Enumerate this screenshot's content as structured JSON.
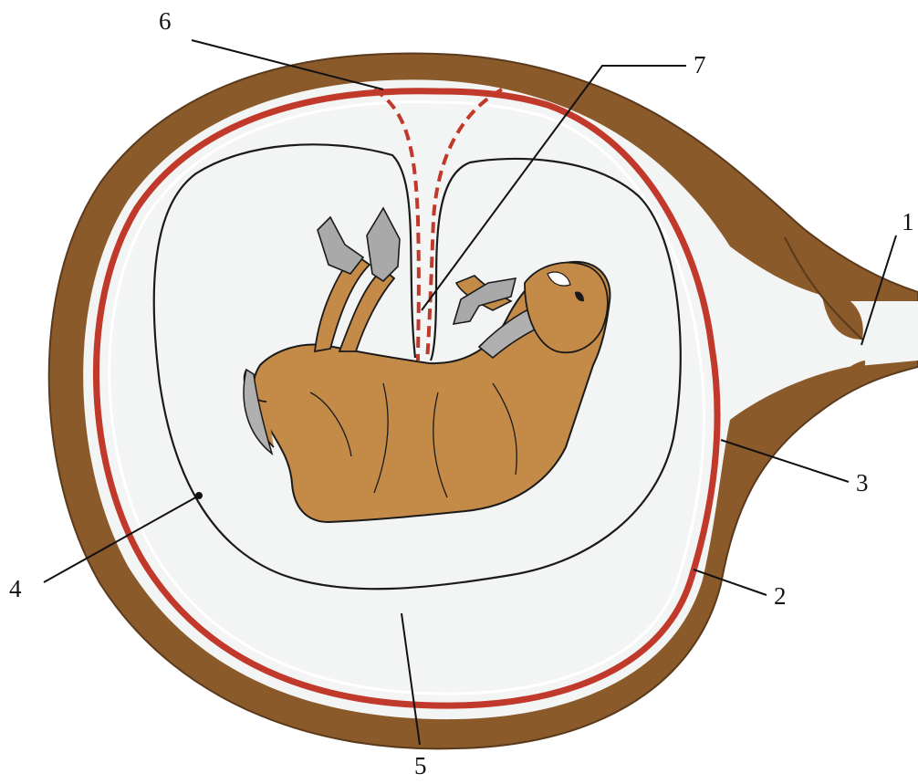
{
  "labels": {
    "l1": "1",
    "l2": "2",
    "l3": "3",
    "l4": "4",
    "l5": "5",
    "l6": "6",
    "l7": "7"
  },
  "colors": {
    "uterine_wall": "#8B5A2B",
    "blood_vessel": "#C0392B",
    "cavity_fill": "#F3F4F4",
    "fetus": "#C48A48",
    "hoof": "#A9A9A9",
    "outline": "#1A1A1A"
  }
}
